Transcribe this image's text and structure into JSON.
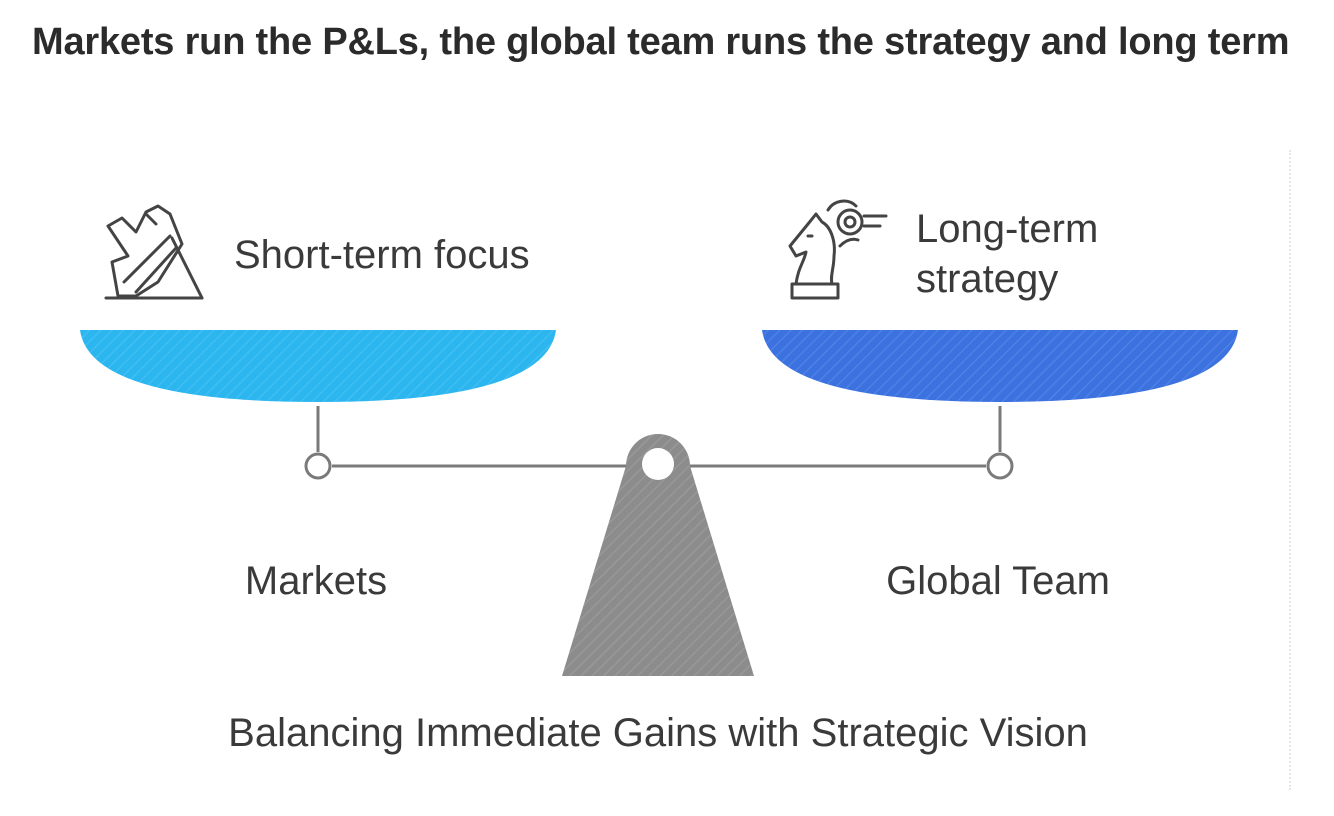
{
  "page": {
    "title": "Markets run the P&Ls, the global team runs the strategy and long term"
  },
  "diagram": {
    "left": {
      "focus_label": "Short-term focus",
      "group_label": "Markets",
      "icon": "running-shoe-icon",
      "pan_color": "#2bb6ef"
    },
    "right": {
      "focus_label_line1": "Long-term",
      "focus_label_line2": "strategy",
      "group_label": "Global Team",
      "icon": "chess-knight-icon",
      "pan_color": "#3b72e0"
    },
    "caption": "Balancing Immediate Gains with Strategic Vision",
    "fulcrum_color": "#8c8c8c"
  }
}
